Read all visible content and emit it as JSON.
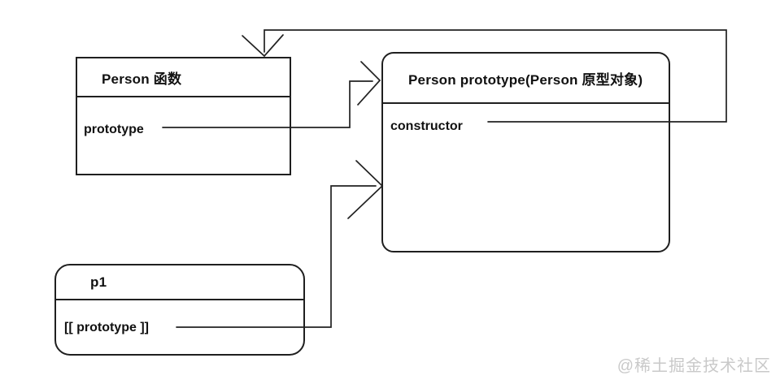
{
  "diagram": {
    "background": "#ffffff",
    "colors": {
      "line": "#222222",
      "text": "#111111",
      "watermark": "#c9c9c9"
    },
    "boxes": {
      "person_function": {
        "title": "Person 函数",
        "shape": "rectangle",
        "property": "prototype"
      },
      "person_prototype": {
        "title": "Person prototype(Person 原型对象)",
        "shape": "rounded-rectangle",
        "property": "constructor"
      },
      "p1": {
        "title": "p1",
        "shape": "rounded-rectangle",
        "property": "[[ prototype ]]"
      }
    },
    "connections": [
      {
        "from": "Person 函数.prototype",
        "to": "Person prototype(Person 原型对象)",
        "arrowhead": "open-v"
      },
      {
        "from": "p1.[[ prototype ]]",
        "to": "Person prototype(Person 原型对象)",
        "arrowhead": "open-v"
      },
      {
        "from": "Person prototype(Person 原型对象).constructor",
        "to": "Person 函数",
        "arrowhead": "open-v"
      }
    ],
    "watermark": "@稀土掘金技术社区"
  }
}
